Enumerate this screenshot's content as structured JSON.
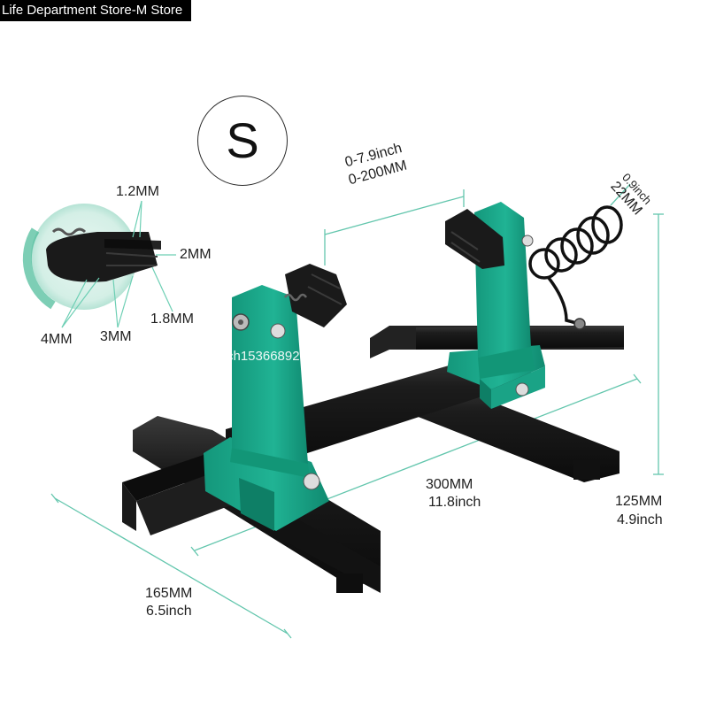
{
  "store": {
    "name": "Life Department Store-M Store"
  },
  "product": {
    "size_badge": "S",
    "watermark": "ch1536689278vfqx"
  },
  "jaw_detail": {
    "labels": [
      "1.2MM",
      "2MM",
      "1.8MM",
      "3MM",
      "4MM"
    ]
  },
  "dimensions": {
    "jaw_opening": {
      "inch": "0-7.9inch",
      "mm": "0-200MM"
    },
    "coil": {
      "inch": "0.9inch",
      "mm": "22MM"
    },
    "length": {
      "mm": "300MM",
      "inch": "11.8inch"
    },
    "height": {
      "mm": "125MM",
      "inch": "4.9inch"
    },
    "width": {
      "mm": "165MM",
      "inch": "6.5inch"
    }
  },
  "colors": {
    "accent_teal": "#1fa98c",
    "frame_black": "#161616",
    "dimension_line": "#63c6ad"
  }
}
